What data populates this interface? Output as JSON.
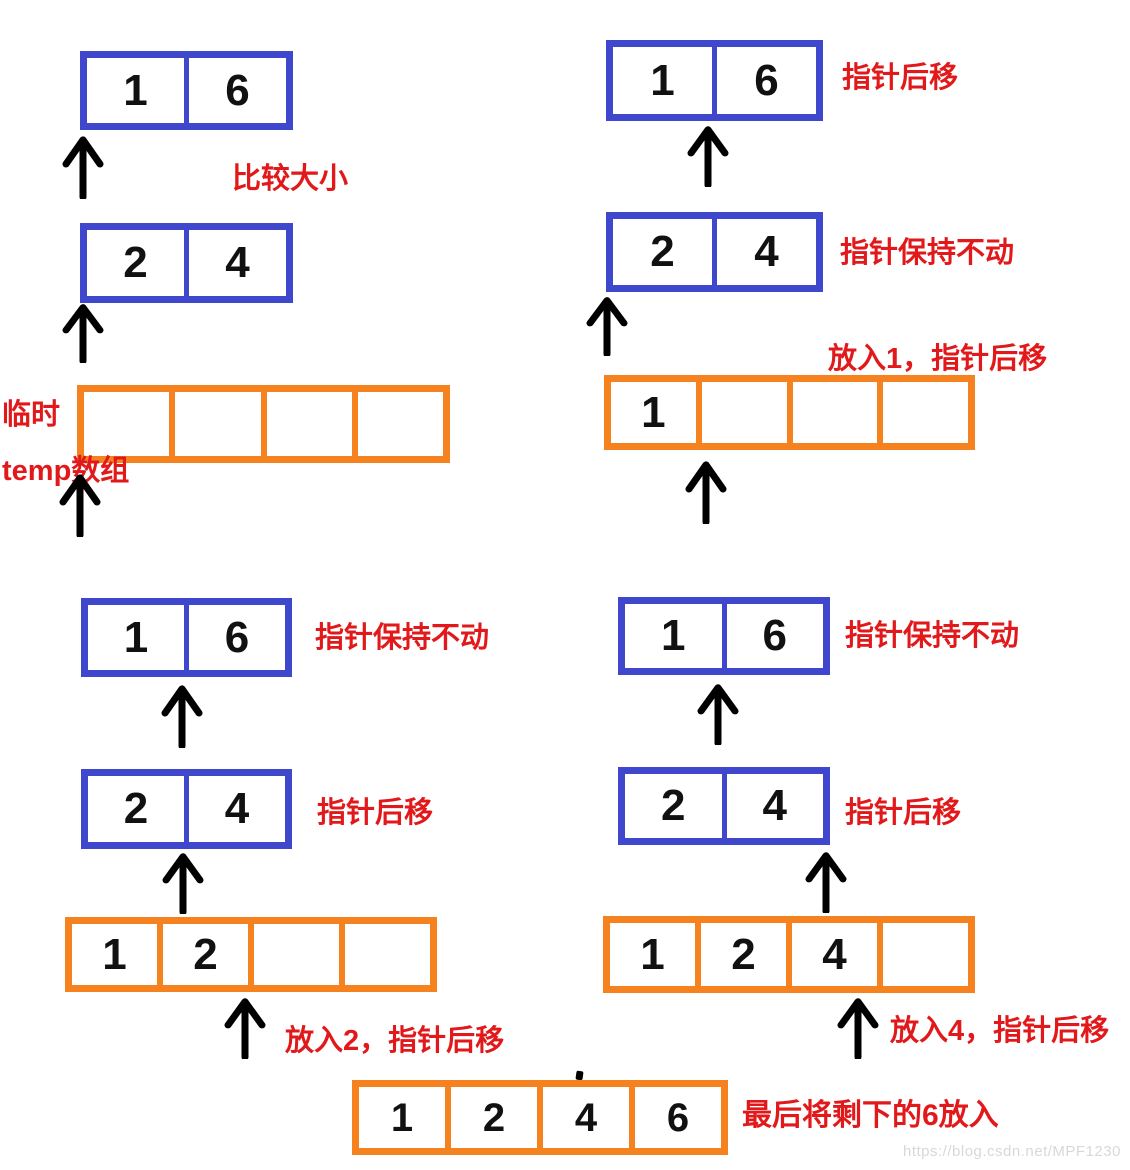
{
  "colors": {
    "blue": "#3f48cc",
    "orange": "#f6821f",
    "red": "#e2191b",
    "digit": "#111111",
    "arrow": "#000000",
    "watermark": "#d8d8d8"
  },
  "labels": {
    "s1_compare": "比较大小",
    "s1_temp_line1": "临时",
    "s1_temp_line2": "temp数组",
    "s2_top": "指针后移",
    "s2_bottom": "指针保持不动",
    "s2_temp": "放入1，指针后移",
    "s3_top": "指针保持不动",
    "s3_bottom": "指针后移",
    "s3_temp": "放入2，指针后移",
    "s4_top": "指针保持不动",
    "s4_bottom": "指针后移",
    "s4_temp": "放入4，指针后移",
    "final": "最后将剩下的6放入"
  },
  "watermark": "https://blog.csdn.net/MPF1230",
  "arrays": {
    "s1_top": [
      "1",
      "6"
    ],
    "s1_bottom": [
      "2",
      "4"
    ],
    "s1_temp": [
      "",
      "",
      "",
      ""
    ],
    "s2_top": [
      "1",
      "6"
    ],
    "s2_bottom": [
      "2",
      "4"
    ],
    "s2_temp": [
      "1",
      "",
      "",
      ""
    ],
    "s3_top": [
      "1",
      "6"
    ],
    "s3_bottom": [
      "2",
      "4"
    ],
    "s3_temp": [
      "1",
      "2",
      "",
      ""
    ],
    "s4_top": [
      "1",
      "6"
    ],
    "s4_bottom": [
      "2",
      "4"
    ],
    "s4_temp": [
      "1",
      "2",
      "4",
      ""
    ],
    "final_temp": [
      "1",
      "2",
      "4",
      "6"
    ]
  }
}
